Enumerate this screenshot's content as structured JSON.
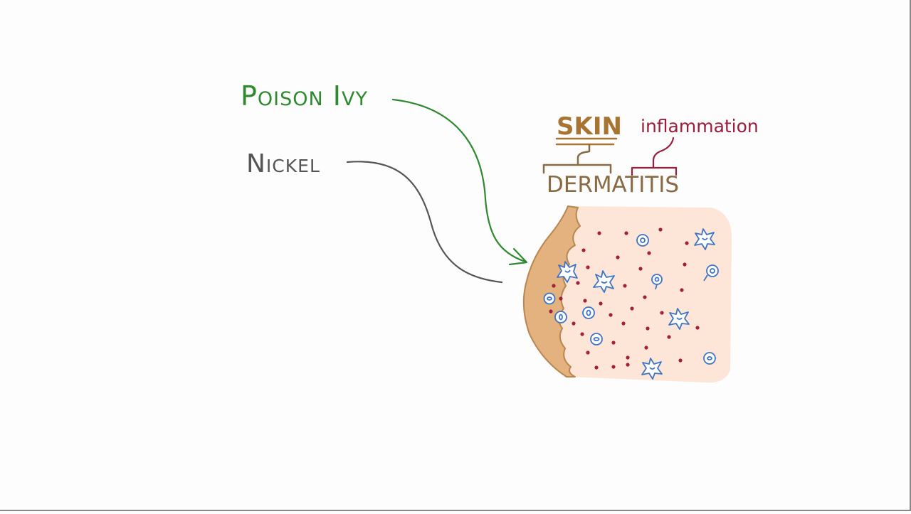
{
  "labels": {
    "poison_ivy": "Poison Ivy",
    "nickel": "Nickel",
    "skin": "Skin",
    "dermatitis": "Dermatitis",
    "inflammation": "inflammation"
  },
  "colors": {
    "poison_ivy": "#2f8a2f",
    "nickel": "#555555",
    "skin_label": "#a87431",
    "dermatitis_label": "#8a6a43",
    "inflammation": "#9c1d3b",
    "skin_fill": "#fde6d8",
    "skin_edge": "#e3b27e",
    "skin_outline": "#b8864e",
    "dots": "#a3203a",
    "cells": "#3f74c4"
  },
  "icons": [
    "skin-tissue",
    "immune-cell-icon",
    "round-cell-icon",
    "curved-arrow"
  ]
}
